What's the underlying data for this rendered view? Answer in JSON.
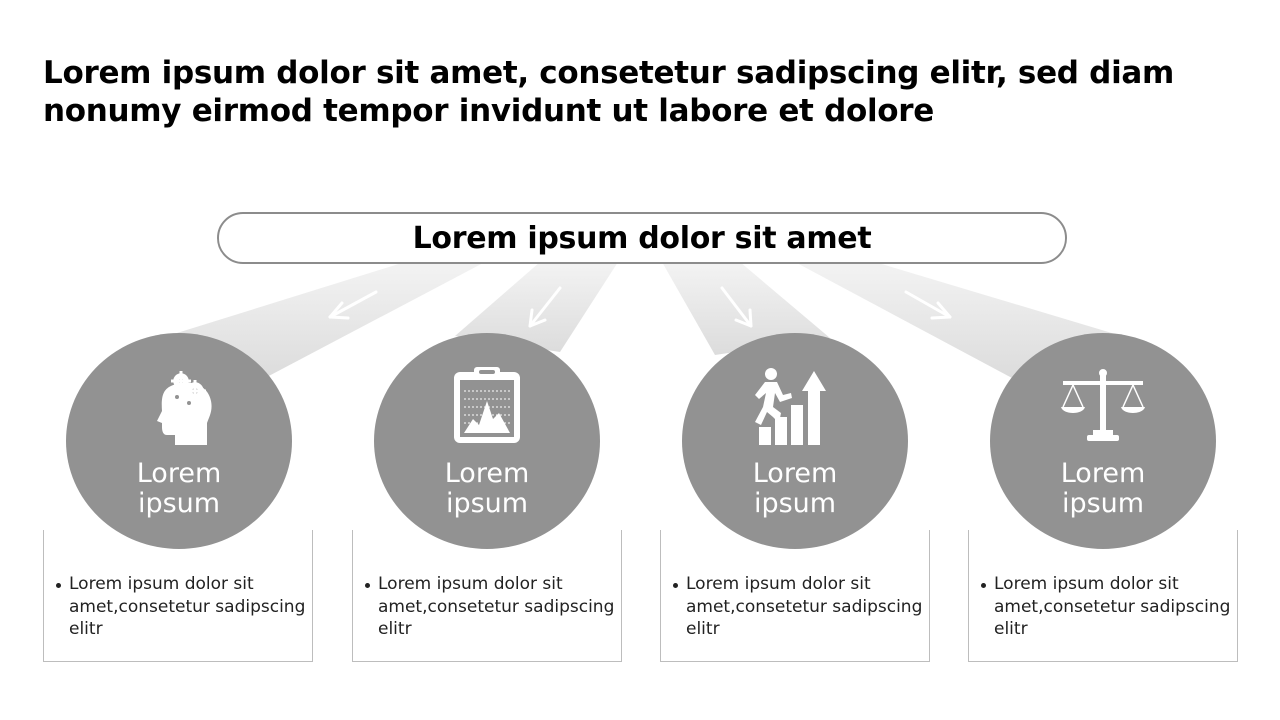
{
  "title": {
    "line1": "Lorem ipsum dolor sit amet, consetetur sadipscing elitr, sed diam",
    "line2": "nonumy eirmod tempor invidunt ut labore et dolore"
  },
  "header": "Lorem ipsum dolor sit amet",
  "items": [
    {
      "icon": "head-gears-icon",
      "label_line1": "Lorem",
      "label_line2": "ipsum",
      "text": "Lorem ipsum dolor sit amet,consetetur sadipscing elitr"
    },
    {
      "icon": "clipboard-chart-icon",
      "label_line1": "Lorem",
      "label_line2": "ipsum",
      "text": "Lorem ipsum dolor sit amet,consetetur sadipscing elitr"
    },
    {
      "icon": "person-growth-icon",
      "label_line1": "Lorem",
      "label_line2": "ipsum",
      "text": "Lorem ipsum dolor sit amet,consetetur sadipscing elitr"
    },
    {
      "icon": "scales-icon",
      "label_line1": "Lorem",
      "label_line2": "ipsum",
      "text": "Lorem ipsum dolor sit amet,consetetur sadipscing elitr"
    }
  ],
  "colors": {
    "circle": "#929292",
    "beam": "#e6e6e6",
    "pill_border": "#8c8c8c",
    "box_border": "#bdbdbd"
  }
}
